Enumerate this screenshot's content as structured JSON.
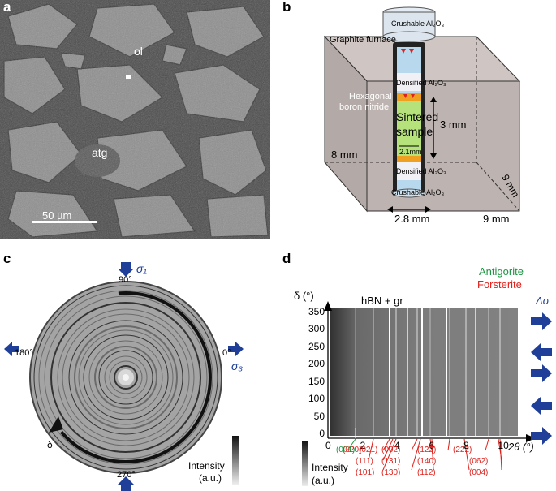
{
  "panel_a": {
    "label": "a",
    "grain_labels": [
      "ol",
      "atg"
    ],
    "scalebar": "50 µm"
  },
  "panel_b": {
    "label": "b",
    "crushable_top": "Crushable Al₂O₃",
    "graphite_furnace": "Graphite furnace",
    "densified_top": "Densified Al₂O₃",
    "hbn_line1": "Hexagonal",
    "hbn_line2": "boron nitride",
    "sintered_line1": "Sintered",
    "sintered_line2": "sample",
    "width_label": "2.1mm",
    "height_label": "3 mm",
    "densified_bottom": "Densified Al₂O₃",
    "crushable_bottom": "Crushable Al₂O₃",
    "dim_8mm": "8 mm",
    "dim_9mm_depth": "9 mm",
    "dim_2_8mm": "2.8 mm",
    "dim_9mm_width": "9 mm"
  },
  "panel_c": {
    "label": "c",
    "sigma1": "σ₁",
    "sigma3": "σ₃",
    "angle_90": "90°",
    "angle_180": "180°",
    "angle_0": "0°",
    "angle_270": "270°",
    "delta": "δ",
    "intensity_label": "Intensity",
    "intensity_unit": "(a.u.)"
  },
  "panel_d": {
    "label": "d",
    "legend_antigorite": "Antigorite",
    "legend_forsterite": "Forsterite",
    "delta_sigma": "Δσ",
    "ylabel": "δ (°)",
    "xlabel": "2θ (°)",
    "hbn_gr": "hBN + gr",
    "yticks": [
      "0",
      "50",
      "100",
      "150",
      "200",
      "250",
      "300",
      "350"
    ],
    "xticks": [
      "0",
      "2",
      "4",
      "6",
      "8",
      "10"
    ],
    "peaks_green": [
      "(001)"
    ],
    "peaks_red_row1": [
      "(020)",
      "(021)",
      "(002)",
      "(122)",
      "(222)"
    ],
    "peaks_red_row2": [
      "(111)",
      "(131)",
      "(140)",
      "(062)"
    ],
    "peaks_red_row3": [
      "(101)",
      "(130)",
      "(112)",
      "(004)"
    ],
    "intensity_label": "Intensity",
    "intensity_unit": "(a.u.)",
    "colors": {
      "antigorite": "#1a9641",
      "forsterite": "#e0201b",
      "arrow": "#1f3f99"
    }
  }
}
